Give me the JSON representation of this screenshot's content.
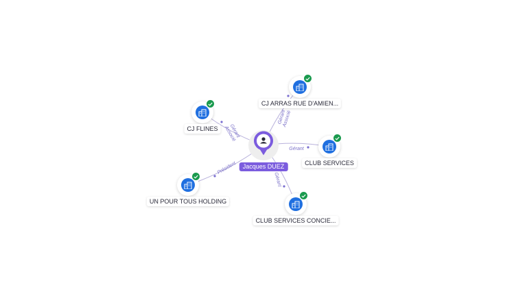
{
  "person": {
    "name": "Jacques DUEZ",
    "icon": "person-icon",
    "color": "#7b5cde"
  },
  "companies": [
    {
      "id": "cj-arras",
      "label": "CJ ARRAS RUE D'AMIEN...",
      "relation": "Gérant\nAssocié",
      "verified": true
    },
    {
      "id": "cj-flines",
      "label": "CJ FLINES",
      "relation": "Gérant\nAssocié",
      "verified": true
    },
    {
      "id": "club-services",
      "label": "CLUB SERVICES",
      "relation": "Gérant",
      "verified": true
    },
    {
      "id": "un-pour-tous",
      "label": "UN POUR TOUS HOLDING",
      "relation": "Président",
      "verified": true
    },
    {
      "id": "club-services-concie",
      "label": "CLUB SERVICES CONCIE...",
      "relation": "Gérant",
      "verified": true
    }
  ],
  "colors": {
    "company": "#1f6fe0",
    "verified": "#1a9a4e",
    "edge": "#b9b2dc",
    "edge_label": "#7a70c8"
  }
}
